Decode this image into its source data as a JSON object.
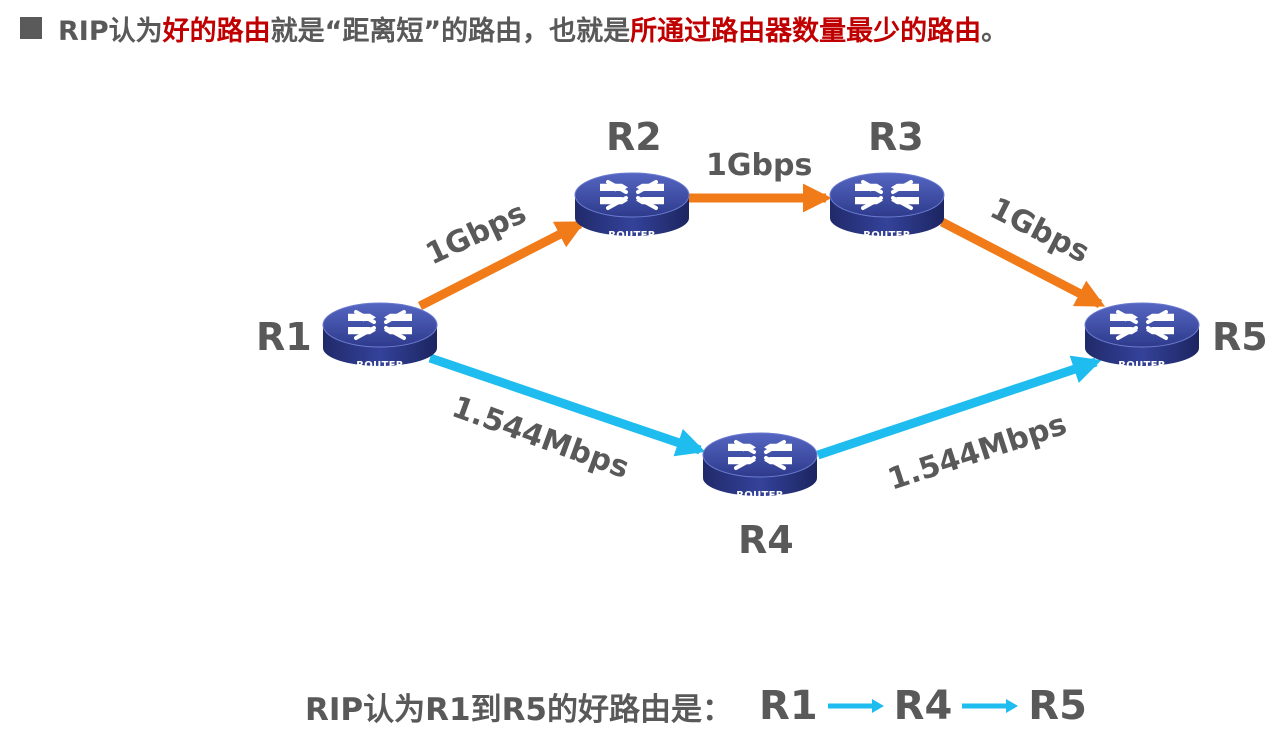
{
  "headline": {
    "p1": "RIP认为",
    "p2": "好的路由",
    "p3": "就是“距离短”的路由，也就是",
    "p4": "所通过路由器数量最少的路由",
    "p5": "。"
  },
  "colors": {
    "accent_red": "#c00000",
    "link_fast": "#f07b18",
    "link_slow": "#1ebcef",
    "text_gray": "#595959",
    "router_blue": "#3f4fa8"
  },
  "routers": [
    {
      "name": "R1",
      "label": "ROUTER",
      "icon": "router-icon"
    },
    {
      "name": "R2",
      "label": "ROUTER",
      "icon": "router-icon"
    },
    {
      "name": "R3",
      "label": "ROUTER",
      "icon": "router-icon"
    },
    {
      "name": "R4",
      "label": "ROUTER",
      "icon": "router-icon"
    },
    {
      "name": "R5",
      "label": "ROUTER",
      "icon": "router-icon"
    }
  ],
  "links": [
    {
      "from": "R1",
      "to": "R2",
      "speed": "1Gbps"
    },
    {
      "from": "R2",
      "to": "R3",
      "speed": "1Gbps"
    },
    {
      "from": "R3",
      "to": "R5",
      "speed": "1Gbps"
    },
    {
      "from": "R1",
      "to": "R4",
      "speed": "1.544Mbps"
    },
    {
      "from": "R4",
      "to": "R5",
      "speed": "1.544Mbps"
    }
  ],
  "conclusion": {
    "caption": "RIP认为R1到R5的好路由是：",
    "path": [
      "R1",
      "R4",
      "R5"
    ]
  }
}
